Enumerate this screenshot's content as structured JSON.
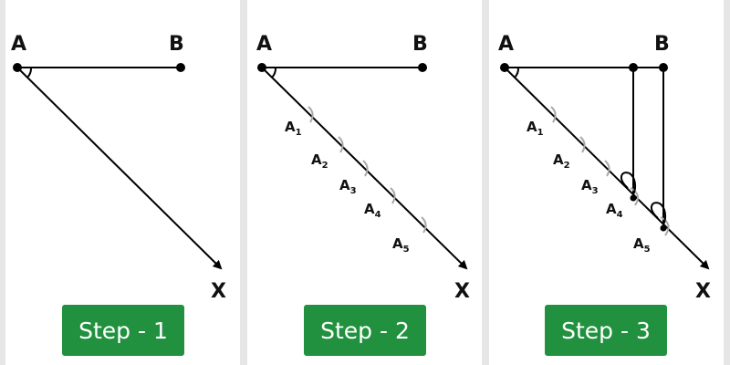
{
  "panels": [
    {
      "step_label": "Step - 1",
      "point_a": "A",
      "point_b": "B",
      "ray_label": "X",
      "division_labels": []
    },
    {
      "step_label": "Step - 2",
      "point_a": "A",
      "point_b": "B",
      "ray_label": "X",
      "division_labels": [
        {
          "base": "A",
          "sub": "1"
        },
        {
          "base": "A",
          "sub": "2"
        },
        {
          "base": "A",
          "sub": "3"
        },
        {
          "base": "A",
          "sub": "4"
        },
        {
          "base": "A",
          "sub": "5"
        }
      ]
    },
    {
      "step_label": "Step - 3",
      "point_a": "A",
      "point_b": "B",
      "ray_label": "X",
      "division_labels": [
        {
          "base": "A",
          "sub": "1"
        },
        {
          "base": "A",
          "sub": "2"
        },
        {
          "base": "A",
          "sub": "3"
        },
        {
          "base": "A",
          "sub": "4"
        },
        {
          "base": "A",
          "sub": "5"
        }
      ]
    }
  ],
  "colors": {
    "button": "#21913f",
    "arc": "#a8a8a8",
    "line": "#000000"
  }
}
